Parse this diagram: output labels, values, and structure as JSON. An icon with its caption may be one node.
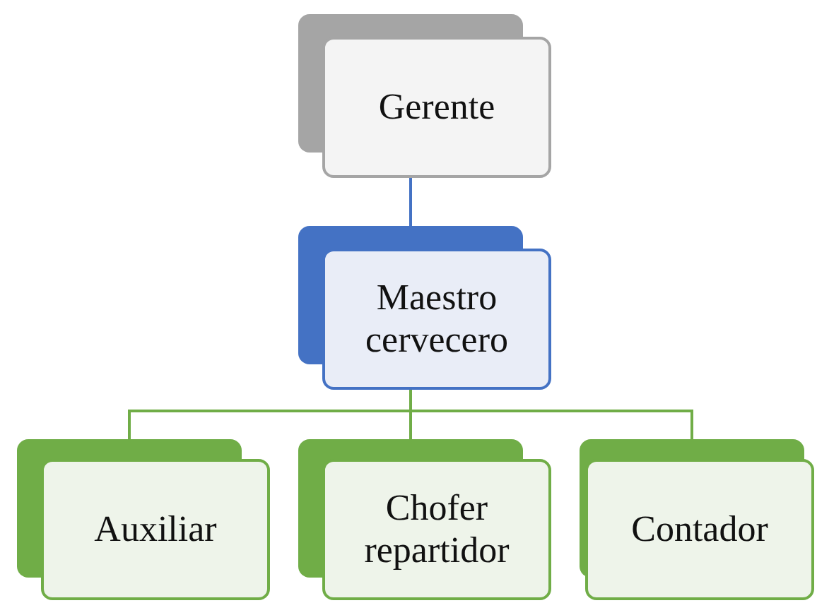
{
  "diagram": {
    "nodes": [
      {
        "text": [
          "Gerente"
        ]
      },
      {
        "text": [
          "Maestro cervecero"
        ]
      },
      {
        "text": [
          "Auxiliar"
        ]
      },
      {
        "text": [
          "Chofer repartidor"
        ]
      },
      {
        "text": [
          "Contador"
        ]
      }
    ],
    "edges": [
      {
        "from": 0,
        "to": 1,
        "arrow": "none",
        "color": "#4472c4"
      },
      {
        "from": 1,
        "to": 2,
        "arrow": "none"
      },
      {
        "from": 1,
        "to": 3,
        "arrow": "none"
      },
      {
        "from": 1,
        "to": 4,
        "arrow": "none"
      }
    ]
  }
}
